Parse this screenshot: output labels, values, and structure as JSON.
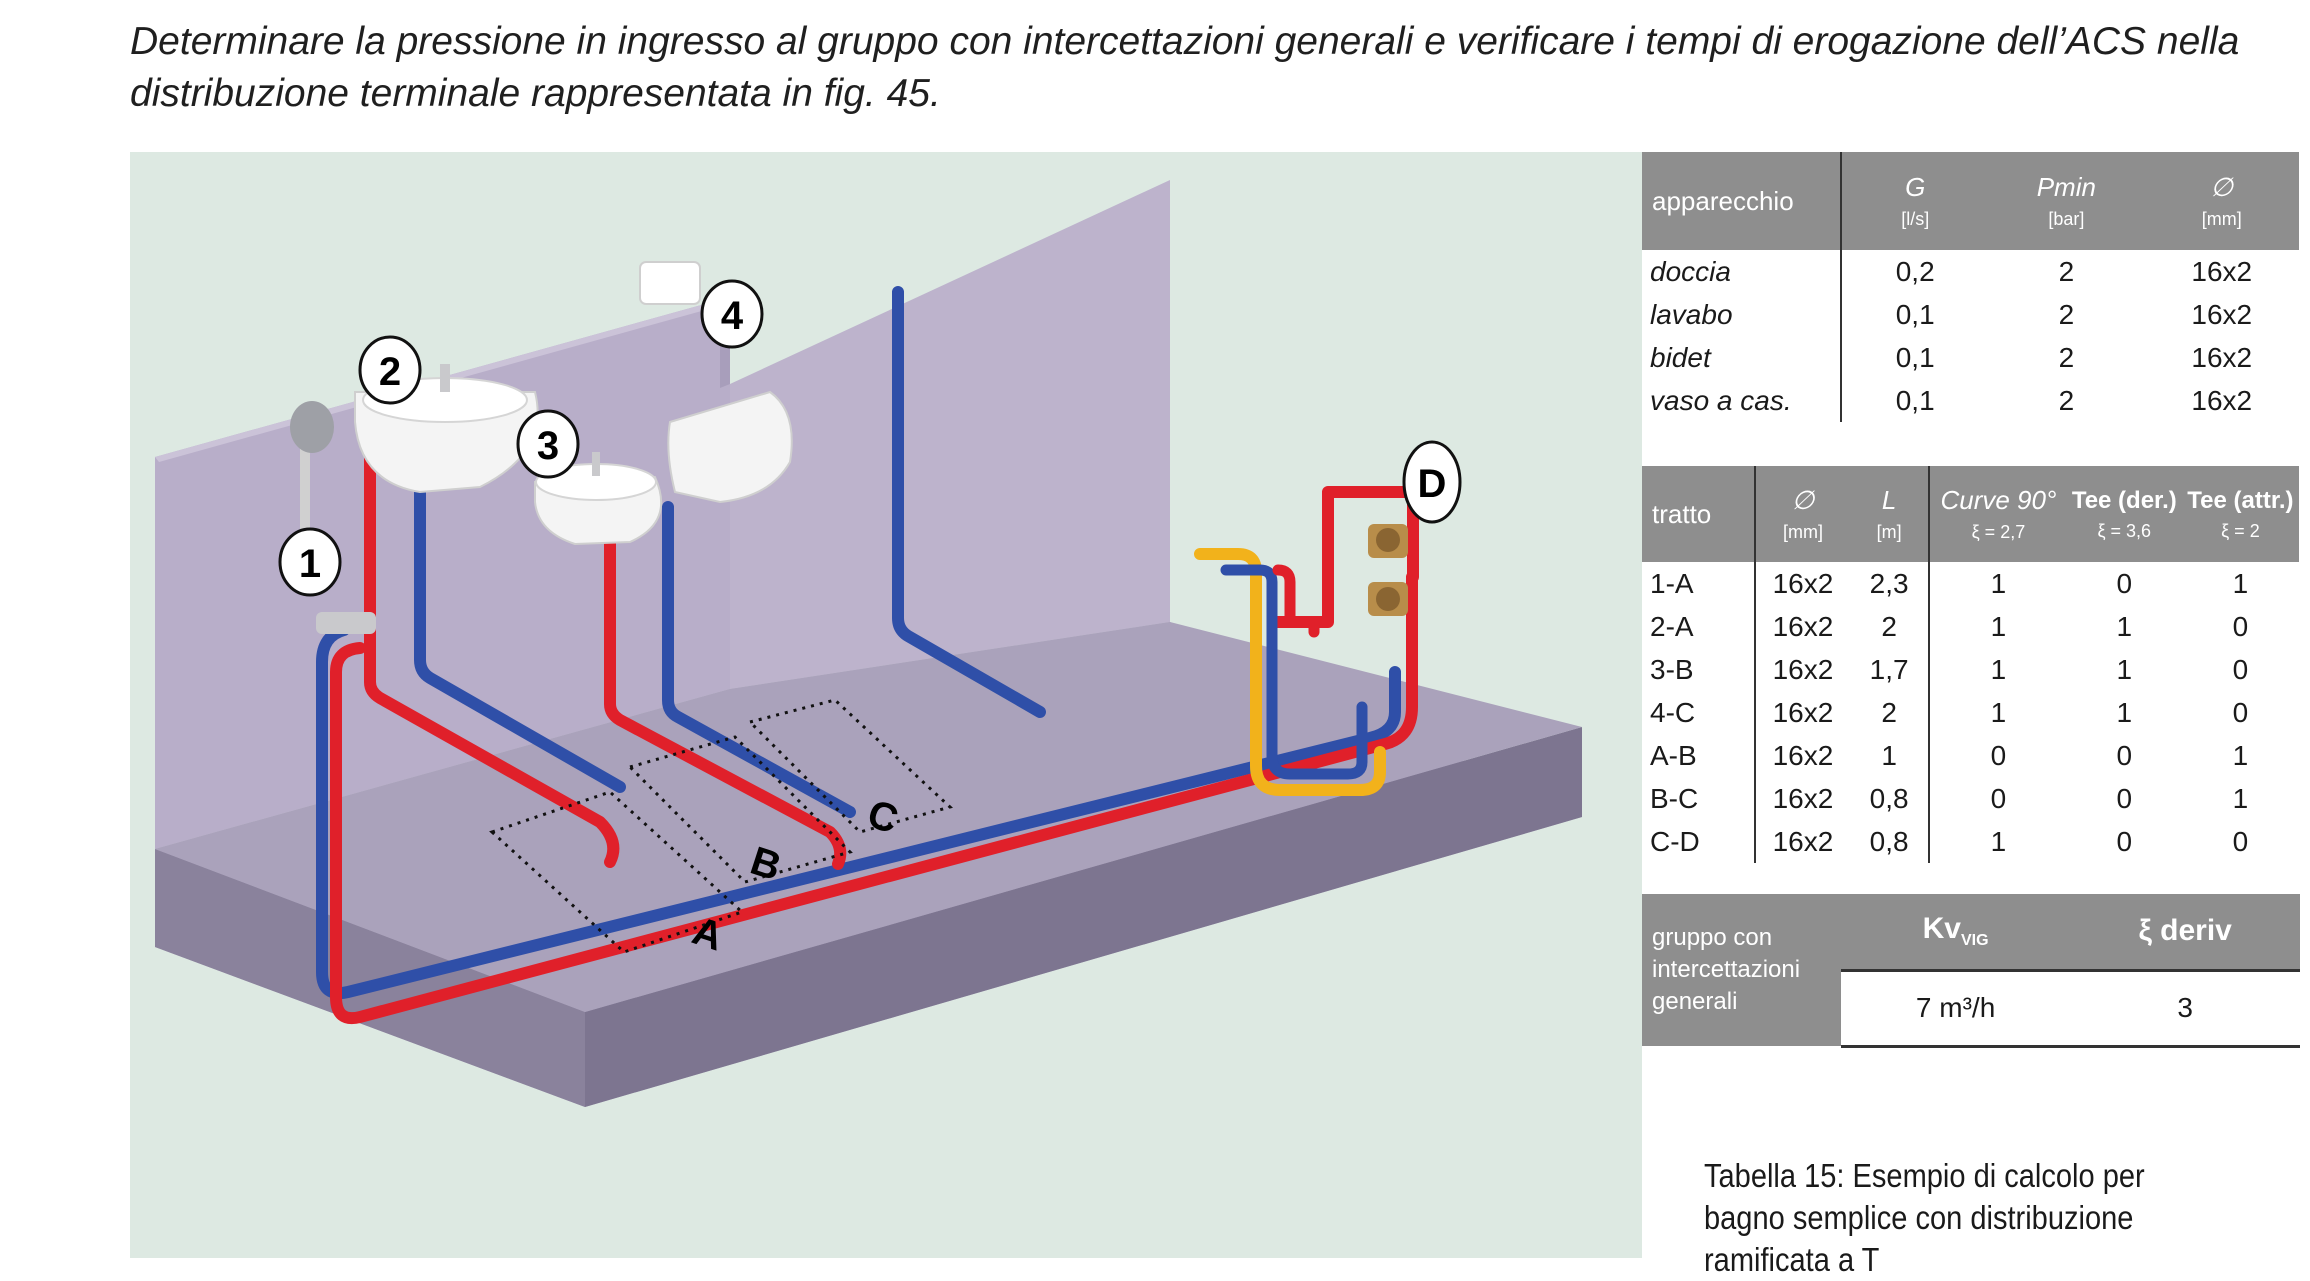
{
  "intro": "Determinare la pressione in ingresso al gruppo con intercettazioni generali e verificare i tempi di erogazione dell’ACS nella distribuzione terminale rappresentata in fig. 45.",
  "figure": {
    "points": [
      "1",
      "2",
      "3",
      "4",
      "D"
    ],
    "sections": [
      "A",
      "B",
      "C"
    ],
    "colors": {
      "cold": "#2f4fa8",
      "hot": "#e0202a",
      "recirc": "#f2b21b",
      "wall": "#b9afc9",
      "floor": "#a79fb8",
      "background": "#dde9e2"
    }
  },
  "table_appliances": {
    "header": {
      "name": "apparecchio",
      "g": "G",
      "g_unit": "[l/s]",
      "pmin": "Pmin",
      "pmin_unit": "[bar]",
      "diam": "∅",
      "diam_unit": "[mm]"
    },
    "rows": [
      {
        "name": "doccia",
        "g": "0,2",
        "pmin": "2",
        "diam": "16x2"
      },
      {
        "name": "lavabo",
        "g": "0,1",
        "pmin": "2",
        "diam": "16x2"
      },
      {
        "name": "bidet",
        "g": "0,1",
        "pmin": "2",
        "diam": "16x2"
      },
      {
        "name": "vaso a cas.",
        "g": "0,1",
        "pmin": "2",
        "diam": "16x2"
      }
    ]
  },
  "table_sections": {
    "header": {
      "tratto": "tratto",
      "diam": "∅",
      "diam_unit": "[mm]",
      "l": "L",
      "l_unit": "[m]",
      "curve": "Curve 90°",
      "curve_xi": "ξ = 2,7",
      "tee_der": "Tee (der.)",
      "tee_der_xi": "ξ = 3,6",
      "tee_attr": "Tee (attr.)",
      "tee_attr_xi": "ξ = 2"
    },
    "rows": [
      {
        "tratto": "1-A",
        "diam": "16x2",
        "l": "2,3",
        "curve": "1",
        "tee_der": "0",
        "tee_attr": "1"
      },
      {
        "tratto": "2-A",
        "diam": "16x2",
        "l": "2",
        "curve": "1",
        "tee_der": "1",
        "tee_attr": "0"
      },
      {
        "tratto": "3-B",
        "diam": "16x2",
        "l": "1,7",
        "curve": "1",
        "tee_der": "1",
        "tee_attr": "0"
      },
      {
        "tratto": "4-C",
        "diam": "16x2",
        "l": "2",
        "curve": "1",
        "tee_der": "1",
        "tee_attr": "0"
      },
      {
        "tratto": "A-B",
        "diam": "16x2",
        "l": "1",
        "curve": "0",
        "tee_der": "0",
        "tee_attr": "1"
      },
      {
        "tratto": "B-C",
        "diam": "16x2",
        "l": "0,8",
        "curve": "0",
        "tee_der": "0",
        "tee_attr": "1"
      },
      {
        "tratto": "C-D",
        "diam": "16x2",
        "l": "0,8",
        "curve": "1",
        "tee_der": "0",
        "tee_attr": "0"
      }
    ]
  },
  "table_group": {
    "label": "gruppo con intercettazioni generali",
    "kv_head": "Kv",
    "kv_sub": "VIG",
    "xi_head": "ξ deriv",
    "kv_value": "7 m³/h",
    "xi_value": "3"
  },
  "caption": "Tabella 15: Esempio di calcolo per bagno semplice con distribuzione ramificata a T"
}
